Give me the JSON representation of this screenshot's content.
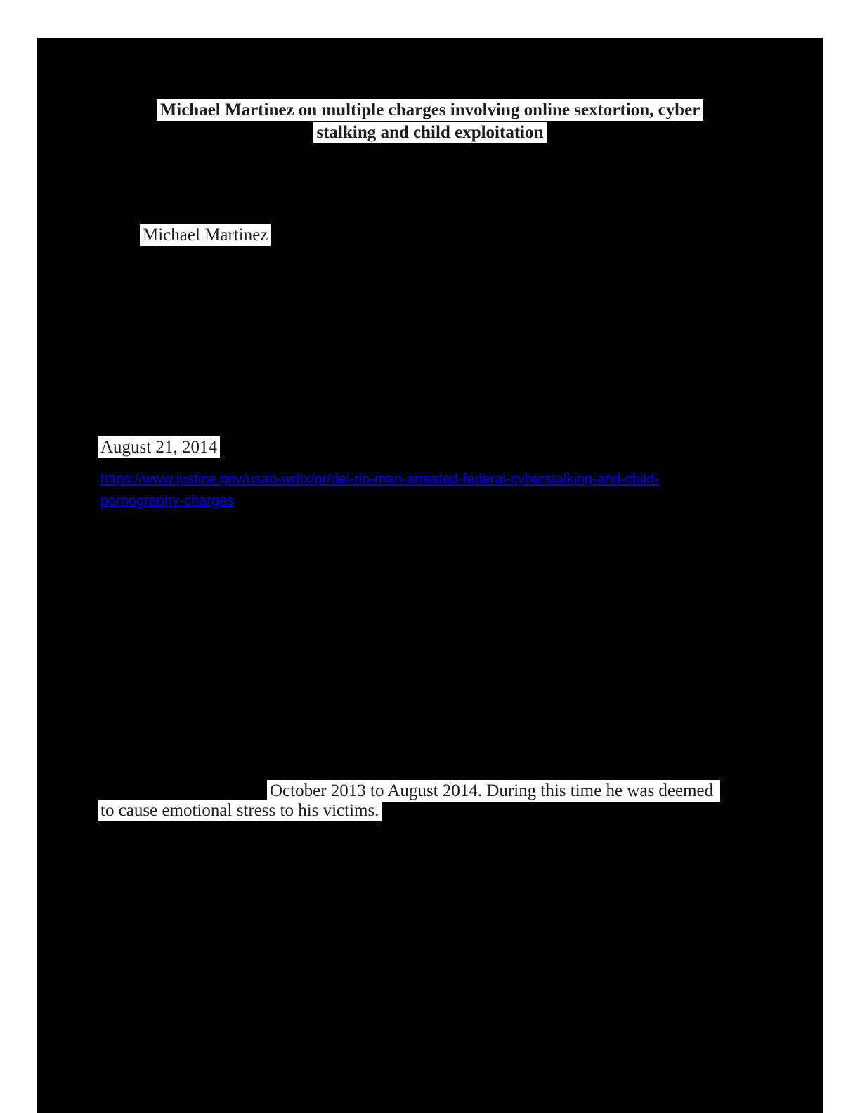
{
  "page": {
    "background_color": "#ffffff",
    "redaction_color": "#000000",
    "highlight_color": "#ffffff",
    "text_color": "#1a1d21"
  },
  "document": {
    "title": {
      "line1": "Michael Martinez on multiple charges involving online sextortion, cyber",
      "line2": "stalking and child exploitation"
    },
    "subject_name": "Michael Martinez",
    "date": "August 21, 2014",
    "link": {
      "text_line1": "https://www.justice.gov/usao-wdtx/pr/del-rio-man-arrested-federal-cyberstalking-and-child-",
      "text_line2": "pornography-charges",
      "href": "https://www.justice.gov/usao-wdtx/pr/del-rio-man-arrested-federal-cyberstalking-and-child-pornography-charges",
      "color": "#0000ff"
    },
    "excerpt": {
      "line1": "October 2013 to August 2014. During this time he was deemed",
      "line2": "to cause emotional stress to his victims."
    }
  }
}
